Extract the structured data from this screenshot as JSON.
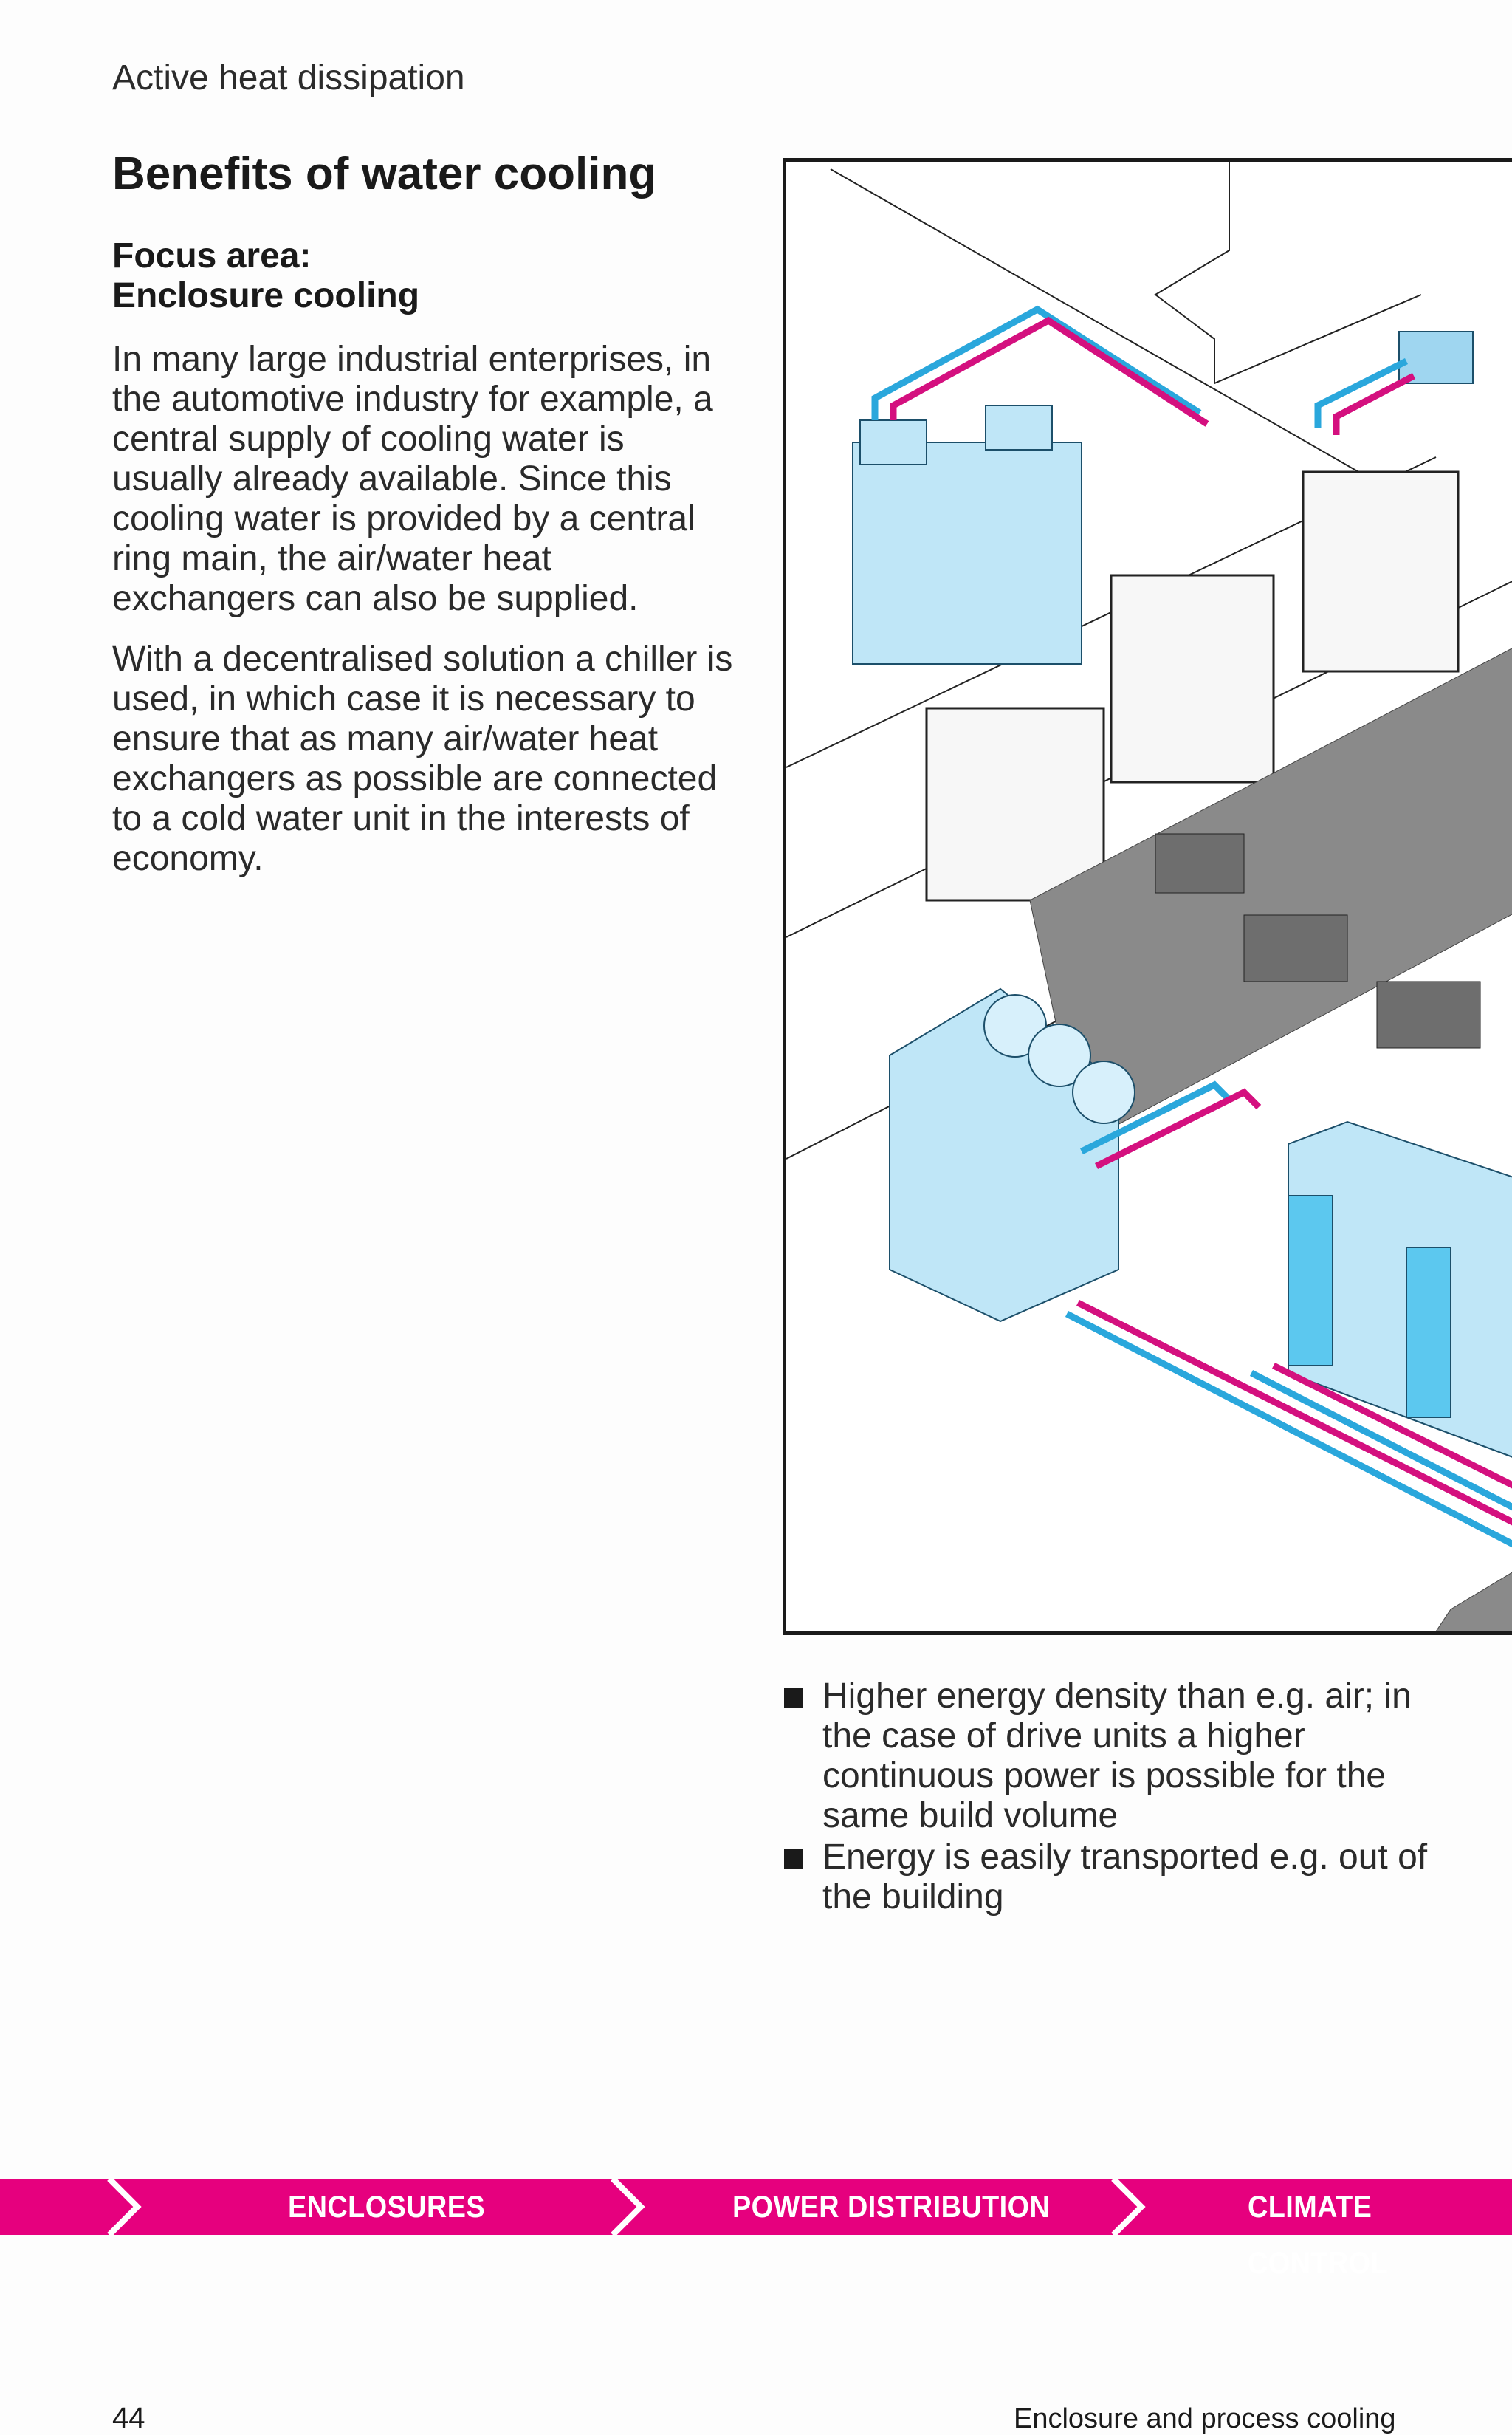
{
  "header": {
    "section": "Active heat dissipation"
  },
  "title": "Benefits of water cooling",
  "focus": {
    "label": "Focus area:",
    "area": "Enclosure cooling"
  },
  "paragraphs": [
    "In many large industrial enterprises, in the automotive industry for example, a central supply of cooling water is usually already available. Since this cooling water is provided by a central ring main, the air/water heat exchangers can also be supplied.",
    "With a decentralised solution a chiller is used, in which case it is necessary to ensure that as many air/water heat exchangers as possible are connected to a cold water unit in the interests of economy."
  ],
  "bullets": [
    "Higher energy density than e.g. air; in the case of drive units a higher continuous power is possible for the same build volume",
    "Energy is easily transported e.g. out of the building"
  ],
  "nav": {
    "items": [
      "ENCLOSURES",
      "POWER DISTRIBUTION",
      "CLIMATE CONTROL"
    ]
  },
  "footer": {
    "page": "44",
    "text": "Enclosure and process cooling"
  },
  "colors": {
    "accent": "#e6007e",
    "cold_pipe": "#2aa7dc",
    "hot_pipe": "#d4107f",
    "equipment": "#bfe6f7"
  }
}
